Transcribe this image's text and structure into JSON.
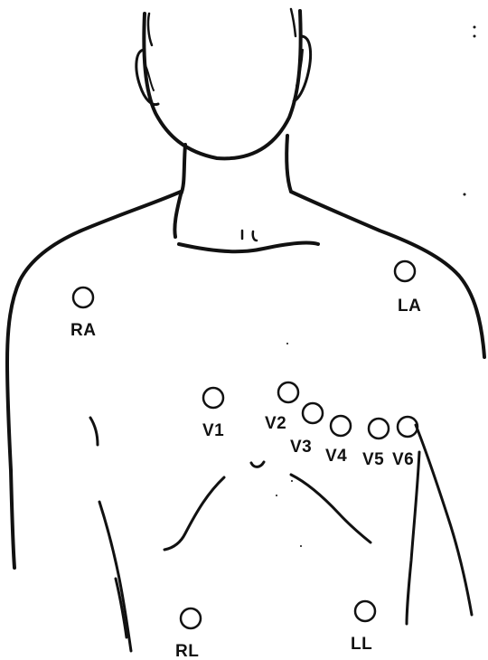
{
  "diagram": {
    "colors": {
      "ink": "#111111",
      "background": "#ffffff"
    },
    "electrodes": [
      {
        "id": "ra",
        "label": "RA"
      },
      {
        "id": "la",
        "label": "LA"
      },
      {
        "id": "v1",
        "label": "V1"
      },
      {
        "id": "v2",
        "label": "V2"
      },
      {
        "id": "v3",
        "label": "V3"
      },
      {
        "id": "v4",
        "label": "V4"
      },
      {
        "id": "v5",
        "label": "V5"
      },
      {
        "id": "v6",
        "label": "V6"
      },
      {
        "id": "rl",
        "label": "RL"
      },
      {
        "id": "ll",
        "label": "LL"
      }
    ]
  }
}
